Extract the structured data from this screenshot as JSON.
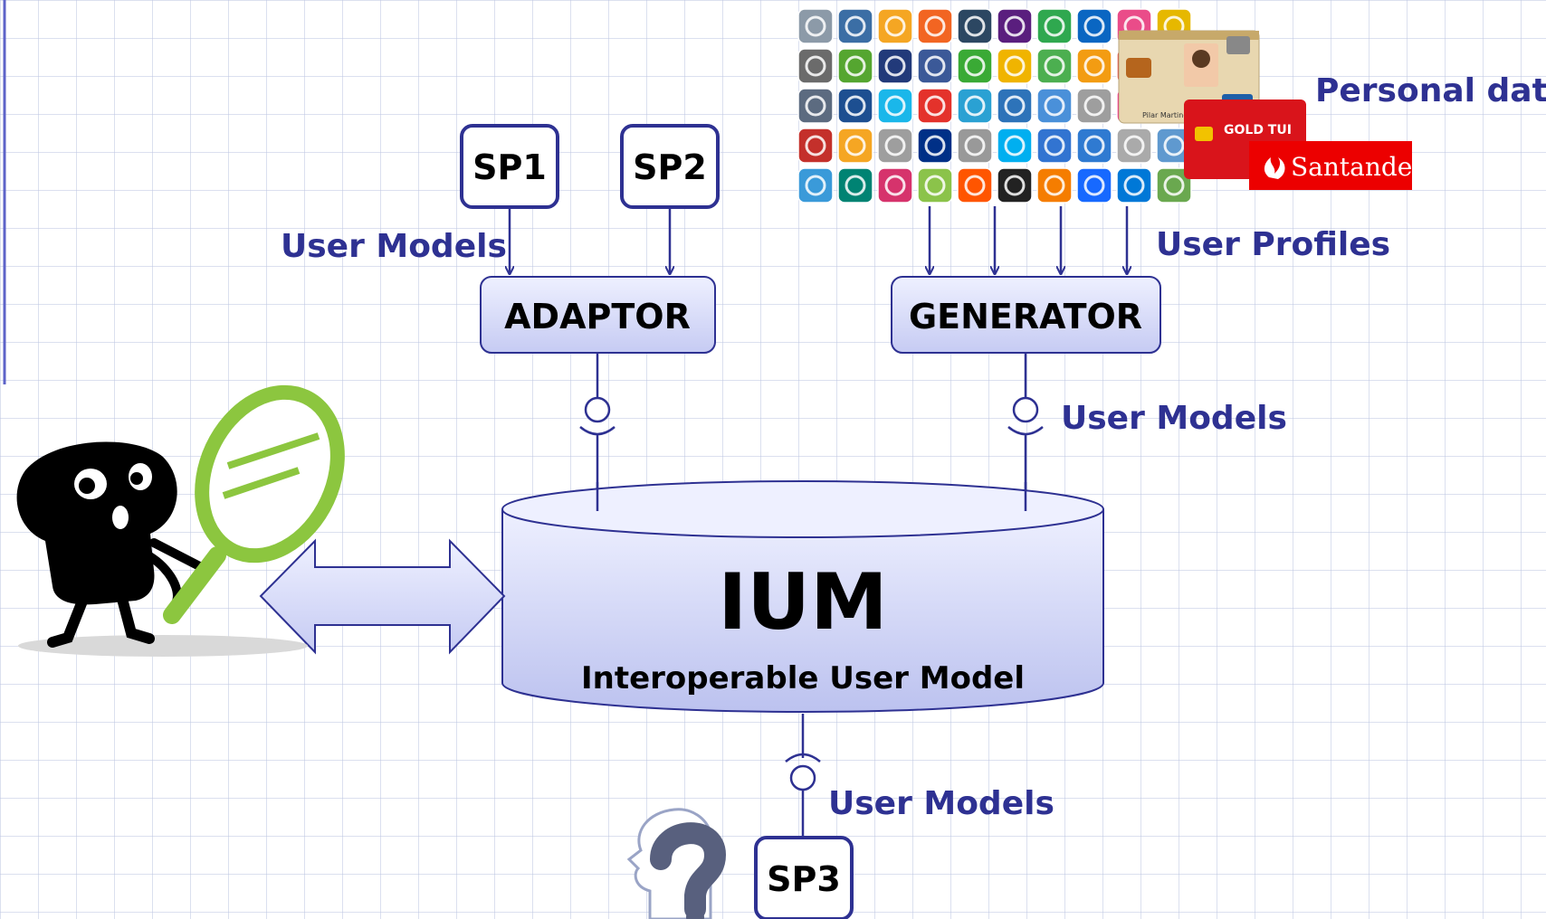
{
  "nodes": {
    "sp1": "SP1",
    "sp2": "SP2",
    "sp3": "SP3",
    "adaptor": "ADAPTOR",
    "generator": "GENERATOR",
    "ium_title": "IUM",
    "ium_subtitle": "Interoperable User Model"
  },
  "labels": {
    "user_models_top": "User Models",
    "user_profiles": "User Profiles",
    "user_models_right": "User Models",
    "user_models_bottom": "User Models",
    "personal_data": "Personal data"
  },
  "cards": {
    "bank_brand": "Santander",
    "tui_card": "GOLD TUI",
    "id_card_holder": "Pilar Martinez Garcia"
  },
  "social_icons": [
    [
      "ring-icon",
      "wordpress-icon",
      "ebay-icon",
      "rss-icon",
      "tumblr-icon",
      "yahoo-icon",
      "chat-icon",
      "linkedin-icon",
      "dribbble-icon",
      "pinterest-icon"
    ],
    [
      "amazon-icon",
      "stumbleupon-icon",
      "myspace-icon",
      "facebook-icon",
      "googleplus-icon",
      "hyves-icon",
      "leaf-icon",
      "android-icon",
      "orkut-icon",
      "misc-icon"
    ],
    [
      "download-icon",
      "camera-icon",
      "vimeo-icon",
      "bebo-icon",
      "eye-icon",
      "msn-icon",
      "speech-icon",
      "wikipedia-icon",
      "flickr-icon",
      "misc2-icon"
    ],
    [
      "youtube-icon",
      "star-icon",
      "retweet-icon",
      "paypal-icon",
      "apple-icon",
      "skype-icon",
      "delicious-icon",
      "friendfeed-icon",
      "google-icon",
      "reddit-icon"
    ],
    [
      "cloud-icon",
      "bing-icon",
      "itunes-icon",
      "vine-icon",
      "soundcloud-icon",
      "vlog-icon",
      "blogger-icon",
      "behance-icon",
      "windows-icon",
      "slash-icon"
    ]
  ],
  "icon_colors": [
    "#8c9aa8",
    "#3b6ea5",
    "#f5a623",
    "#f26522",
    "#2c4762",
    "#5a1e7e",
    "#2fa84f",
    "#0a66c2",
    "#ea4c89",
    "#e6b800",
    "#6b6b6b",
    "#55a630",
    "#223a7a",
    "#3b5998",
    "#3aaa35",
    "#f0b400",
    "#4caf50",
    "#f39c12",
    "#e4322b",
    "#7a7a7a",
    "#5c6b80",
    "#1d4f91",
    "#1ab7ea",
    "#e4322b",
    "#2aa1d3",
    "#2d73b9",
    "#4a90d9",
    "#9e9e9e",
    "#ff0084",
    "#aaaaaa",
    "#c4302b",
    "#f5a623",
    "#9e9e9e",
    "#003087",
    "#999999",
    "#00aff0",
    "#3274d1",
    "#2f7ad1",
    "#aaaaaa",
    "#5f99cf",
    "#3a9ad9",
    "#008373",
    "#d6336c",
    "#8bc34a",
    "#ff5500",
    "#222222",
    "#f57d00",
    "#1769ff",
    "#0078d7",
    "#6aa84f"
  ],
  "colors": {
    "accent_text": "#2e3192",
    "box_border": "#2e3192",
    "box_fill_top": "#eef0ff",
    "box_fill_bottom": "#c6cbf3",
    "santander_red": "#ec0000",
    "magnifier_green": "#8cc63f"
  }
}
